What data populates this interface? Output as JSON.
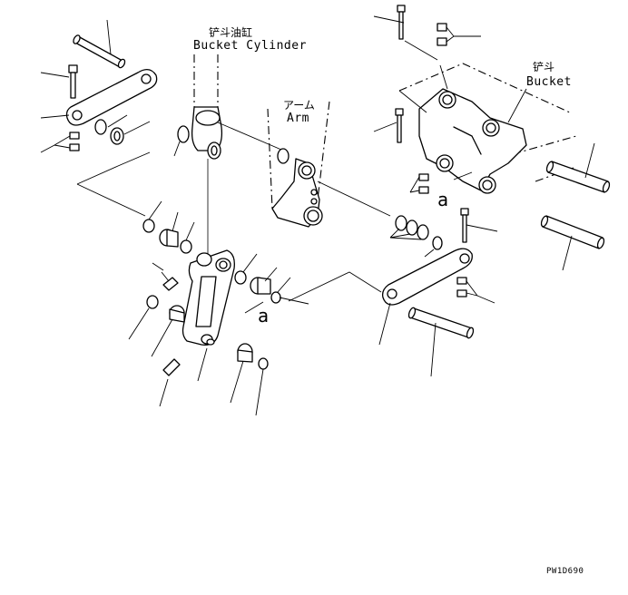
{
  "labels": {
    "bucket_cylinder_cn": "铲斗油缸",
    "bucket_cylinder_en": "Bucket Cylinder",
    "arm_jp": "アーム",
    "arm_en": "Arm",
    "bucket_cn": "铲斗",
    "bucket_en": "Bucket",
    "ref_a_1": "a",
    "ref_a_2": "a",
    "drawing_code": "PW1D690"
  },
  "colors": {
    "ink": "#000000",
    "paper": "#ffffff"
  }
}
